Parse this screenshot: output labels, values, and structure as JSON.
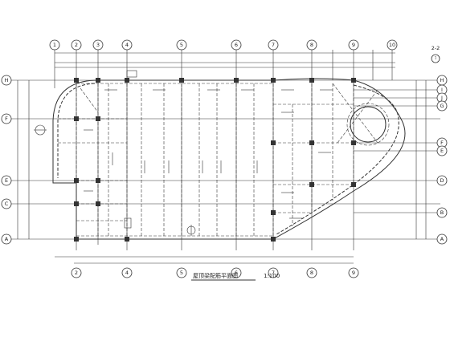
{
  "drawing": {
    "title": "屋顶梁配筋平面图",
    "scale": "1:100",
    "top_axes": [
      "1",
      "2",
      "3",
      "4",
      "5",
      "6",
      "7",
      "8",
      "9",
      "10"
    ],
    "bottom_axes": [
      "2",
      "4",
      "5",
      "6",
      "7",
      "8",
      "9"
    ],
    "left_axes": [
      "H",
      "F",
      "E",
      "C",
      "A"
    ],
    "right_axes": [
      "H",
      "I",
      "J",
      "G",
      "F",
      "E",
      "D",
      "B",
      "A"
    ],
    "corner_label": "2-2",
    "section_mark": "1"
  }
}
